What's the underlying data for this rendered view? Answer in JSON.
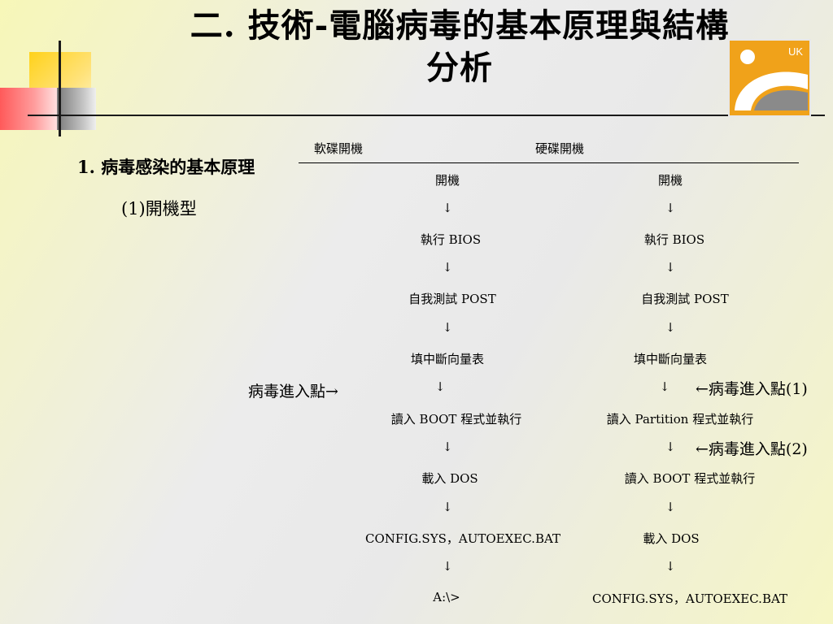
{
  "title": {
    "line1": "二. 技術-電腦病毒的基本原理與結構",
    "line2": "分析"
  },
  "logo": {
    "text": "UK"
  },
  "section": {
    "heading": "1. 病毒感染的基本原理",
    "subheading": "(1)開機型"
  },
  "columns": {
    "floppy_header": "軟碟開機",
    "hard_header": "硬碟開機"
  },
  "arrow_glyph": "↓",
  "floppy_steps": [
    "開機",
    "執行 BIOS",
    "自我測試 POST",
    "填中斷向量表",
    "讀入 BOOT 程式並執行",
    "載入 DOS",
    "CONFIG.SYS，AUTOEXEC.BAT",
    "A:\\>"
  ],
  "hard_steps": [
    "開機",
    "執行 BIOS",
    "自我測試 POST",
    "填中斷向量表",
    "讀入 Partition 程式並執行",
    "讀入 BOOT 程式並執行",
    "載入 DOS",
    "CONFIG.SYS，AUTOEXEC.BAT"
  ],
  "annotations": {
    "left_entry": "病毒進入點→",
    "right_entry_1": "←病毒進入點(1)",
    "right_entry_2": "←病毒進入點(2)"
  }
}
